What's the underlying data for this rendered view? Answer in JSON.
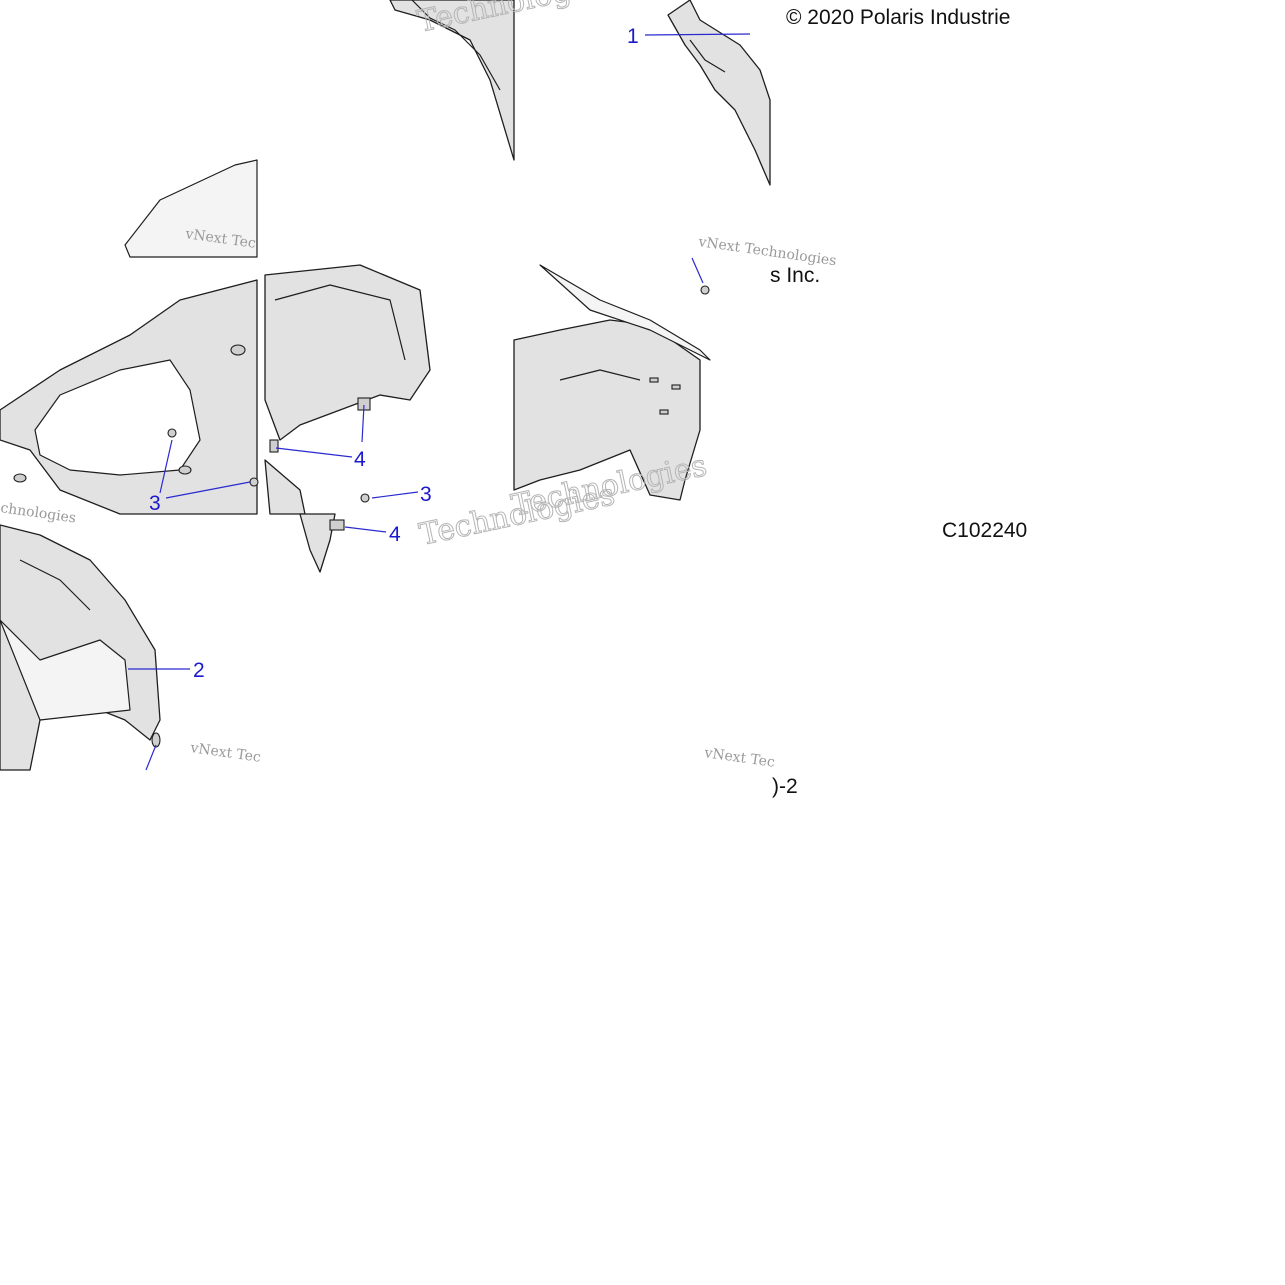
{
  "copyright": "© 2020 Polaris Industrie",
  "copyright_tail": "s Inc.",
  "diagram_code": "C102240",
  "code_fragment": ")-2",
  "watermark": {
    "line1": "vNext Tec",
    "line2": "Technologies",
    "line3": "vNext Technologies",
    "fragment_a": "chnologies",
    "fragment_b": "Technologies"
  },
  "callouts": [
    {
      "label": "1"
    },
    {
      "label": "2"
    },
    {
      "label": "3"
    },
    {
      "label": "3"
    },
    {
      "label": "4"
    },
    {
      "label": "4"
    }
  ],
  "colors": {
    "callout": "#1a1acc",
    "part_fill": "#e2e2e2",
    "outline": "#1e1e1e"
  }
}
